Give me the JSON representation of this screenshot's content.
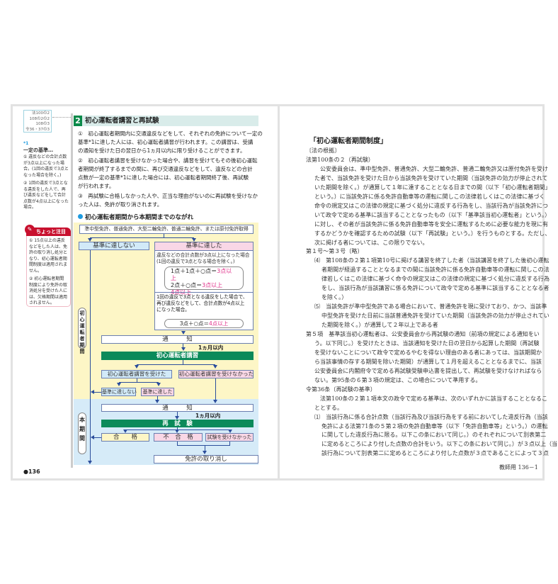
{
  "left_page": {
    "ref_box": [
      "法100の2",
      "108の2の2",
      "108の3",
      "令36・37の3"
    ],
    "footnote": {
      "marker": "*1",
      "title": "一定の基準…",
      "items": [
        "① 違反などの合計点数が3点以上になった場合。(1回の違反で3点となった場合を除く。)",
        "② 1回の違反で3点となる違反をした人で、再び違反などをして合計点数が4点以上になった場合。"
      ]
    },
    "attention": {
      "title": "ちょっと注目",
      "items": [
        "① 15点以上の違反などをした人は、免許の取り消し処分となり、初心運転者期間制度は適用されません。",
        "② 初心運転者期間制度により免許の取消処分を受けた人には、欠格期間は適用されません。"
      ]
    },
    "section": {
      "number": "2",
      "title": "初心運転者講習と再試験",
      "lines": [
        "①　初心運転者期間内に交通違反などをして、それぞれの免許について一定の",
        "基準*1に達した人には、初心運転者講習が行われます。この講習は、受講",
        "の通知を受けた日の翌日から1ヵ月以内に限り受けることができます。",
        "②　初心運転者講習を受けなかった場合や、講習を受けてもその後初心運転",
        "者期間が終了するまでの間に、再び交通違反などをして、違反などの合計",
        "点数が一定の基準*1に達した場合には、初心運転者期間終了後、再試験",
        "が行われます。",
        "③　再試験に合格しなかった人や、正当な理由がないのに再試験を受けなか",
        "った人は、免許が取り消されます。"
      ]
    },
    "flow": {
      "title": "初心運転者期間から本期間までのながれ",
      "start": "準中型免許、普通免許、大型二輪免許、普通二輪免許、または原付免許取得",
      "not_reached": "基準に達しない",
      "reached": "基準に達した",
      "case1": "違反などの合計点数が3点以上になった場合",
      "case1_note": "(1回の違反で3点となる場合を除く。)",
      "case1_f1a": "1点＋1点＋○点＝",
      "case1_f1b": "3点以上",
      "case1_f2a": "2点＋○点＝",
      "case1_f2b": "3点以上",
      "case1_f3": "4点以上",
      "case2_l1": "1回の違反で3点となる違反をした場合で、",
      "case2_l2": "再び違反などをして、合計点数が4点以上",
      "case2_l3": "になった場合。",
      "case2_fa": "3点＋○点＝",
      "case2_fb": "4点以上",
      "period1_label": "初心運転者期間",
      "notice1": "通　　　知",
      "within1": "1ヵ月以内",
      "course": "初心運転者講習",
      "took_course": "初心運転者講習を受けた",
      "skipped_course": "初心運転者講習を受けなかった",
      "not_reached2": "基準に達しない",
      "reached2": "基準に達した",
      "notice2": "通　　　知",
      "within2": "1ヵ月以内",
      "retest": "再　試　験",
      "period2_label": "本期間",
      "pass": "合　　格",
      "fail": "不　合　格",
      "no_test": "試験を受けなかった",
      "revoke": "免許の取り消し"
    },
    "page_number": "●136"
  },
  "right_page": {
    "title": "「初心運転者期間制度」",
    "lines": [
      {
        "kind": "h",
        "text": "〔法の根拠〕"
      },
      {
        "kind": "h",
        "text": "法第100条の２（再試験）"
      },
      {
        "kind": "p1",
        "text": "公安委員会は、準中型免許、普通免許、大型二輪免許、普通二輪免許又は原付免許を受け"
      },
      {
        "kind": "c",
        "text": "た者で、当該免許を受けた日から当該免許を受けていた期間（当該免許の効力が停止されて"
      },
      {
        "kind": "c",
        "text": "いた期間を除く。）が通算して１年に達することとなる日までの間（以下「初心運転者期間」"
      },
      {
        "kind": "c",
        "text": "という。）に当該免許に係る免許自動車等の運転に関しこの法律若しくはこの法律に基づく"
      },
      {
        "kind": "c",
        "text": "命令の規定又はこの法律の規定に基づく処分に違反する行為をし、当該行為が当該免許につ"
      },
      {
        "kind": "c",
        "text": "いて政令で定める基準に該当することとなったもの（以下「基準該当初心運転者」という。）"
      },
      {
        "kind": "c",
        "text": "に対し、その者が当該免許に係る免許自動車等を安全に運転するために必要な能力を現に有"
      },
      {
        "kind": "c",
        "text": "するかどうかを確認するための試験（以下「再試験」という。）を行うものとする。ただし、"
      },
      {
        "kind": "c",
        "text": "次に掲げる者については、この限りでない。"
      },
      {
        "kind": "h",
        "text": "第１号～第３号（略）"
      },
      {
        "kind": "c",
        "text": "⑷　第108条の２第１項第10号に掲げる講習を終了した者（当該講習を終了した後初心運転"
      },
      {
        "kind": "i",
        "text": "者期間が経過することとなるまでの間に当該免許に係る免許自動車等の運転に関しこの法"
      },
      {
        "kind": "i",
        "text": "律若しくはこの法律に基づく命令の規定又はこの法律の規定に基づく処分に違反する行為"
      },
      {
        "kind": "i",
        "text": "をし、当該行為が当該講習に係る免許について政令で定める基準に該当することとなる者"
      },
      {
        "kind": "i",
        "text": "を除く。）"
      },
      {
        "kind": "c",
        "text": "⑸　当該免許が準中型免許である場合において、普通免許を現に受けており、かつ、当該準"
      },
      {
        "kind": "i",
        "text": "中型免許を受けた日前に当該普通免許を受けていた期間（当該免許の効力が停止されてい"
      },
      {
        "kind": "i",
        "text": "た期間を除く。）が通算して２年以上である者"
      },
      {
        "kind": "h",
        "text": "第５項　基準該当初心運転者は、公安委員会から再試験の通知（前項の規定による通知をい"
      },
      {
        "kind": "c",
        "text": "う。以下同じ。）を受けたときは、当該通知を受けた日の翌日から起算した期間（再試験"
      },
      {
        "kind": "c",
        "text": "を受けないことについて政令で定めるやむを得ない理由のある者にあっては、当該期間か"
      },
      {
        "kind": "c",
        "text": "ら当該事情の存する期間を除いた期間）が通算して１月を超えることとなるまでに、当該"
      },
      {
        "kind": "c",
        "text": "公安委員会に内閣府令で定める再試験受験申込書を提出して、再試験を受けなければなら"
      },
      {
        "kind": "c",
        "text": "ない。第95条の６第３項の規定は、この場合について準用する。"
      },
      {
        "kind": "h",
        "text": "令第36条（再試験の基準）"
      },
      {
        "kind": "p1",
        "text": "法第100条の２第１項本文の政令で定める基準は、次のいずれかに該当することとなるこ"
      },
      {
        "kind": "c",
        "text": "ととする。"
      },
      {
        "kind": "c",
        "text": "⑴　当該行為に係る合計点数（当該行為及び当該行為をする前においてした違反行為（当該"
      },
      {
        "kind": "i",
        "text": "免許による法第71条の５第２項の免許自動車等（以下「免許自動車等」という。）の運転"
      },
      {
        "kind": "i",
        "text": "に関してした違反行為に限る。以下この条において同じ。）のそれぞれについて別表第二"
      },
      {
        "kind": "i",
        "text": "に定めるところにより付した点数の合計をいう。以下この条において同じ。）が３点以上（当"
      },
      {
        "kind": "i",
        "text": "該行為について別表第二に定めるところにより付した点数が３点であることによって３点"
      }
    ],
    "footer": "教師用 136－1"
  }
}
